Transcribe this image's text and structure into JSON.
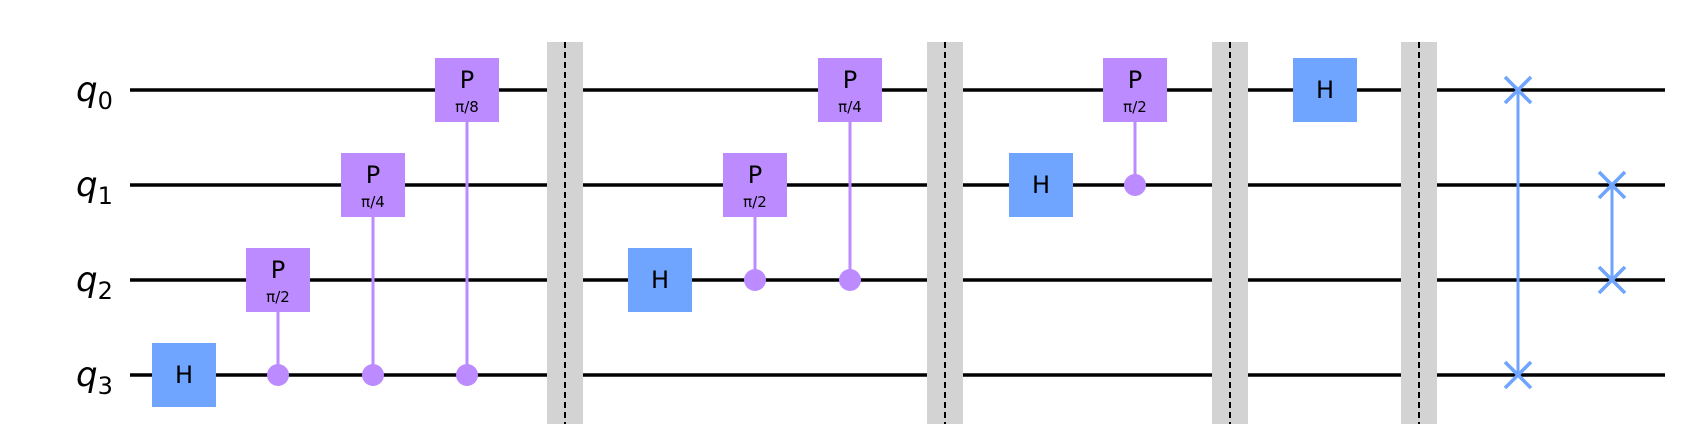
{
  "qubits": [
    {
      "name": "q",
      "index": "0"
    },
    {
      "name": "q",
      "index": "1"
    },
    {
      "name": "q",
      "index": "2"
    },
    {
      "name": "q",
      "index": "3"
    }
  ],
  "colors": {
    "wire": "#000000",
    "h_gate": "#6fa4ff",
    "p_gate": "#bb8bff",
    "swap": "#6fa4ff",
    "barrier": "#d3d3d3",
    "barrier_line": "#000000",
    "text": "#000000"
  },
  "operations": [
    {
      "type": "H",
      "label": "H",
      "qubit": 3,
      "column": 0
    },
    {
      "type": "CP",
      "label": "P",
      "param": "π/2",
      "target": 2,
      "control": 3,
      "column": 1
    },
    {
      "type": "CP",
      "label": "P",
      "param": "π/4",
      "target": 1,
      "control": 3,
      "column": 2
    },
    {
      "type": "CP",
      "label": "P",
      "param": "π/8",
      "target": 0,
      "control": 3,
      "column": 3
    },
    {
      "type": "barrier",
      "column": 4
    },
    {
      "type": "H",
      "label": "H",
      "qubit": 2,
      "column": 5
    },
    {
      "type": "CP",
      "label": "P",
      "param": "π/2",
      "target": 1,
      "control": 2,
      "column": 6
    },
    {
      "type": "CP",
      "label": "P",
      "param": "π/4",
      "target": 0,
      "control": 2,
      "column": 7
    },
    {
      "type": "barrier",
      "column": 8
    },
    {
      "type": "H",
      "label": "H",
      "qubit": 1,
      "column": 9
    },
    {
      "type": "CP",
      "label": "P",
      "param": "π/2",
      "target": 0,
      "control": 1,
      "column": 10
    },
    {
      "type": "barrier",
      "column": 11
    },
    {
      "type": "H",
      "label": "H",
      "qubit": 0,
      "column": 12
    },
    {
      "type": "barrier",
      "column": 13
    },
    {
      "type": "SWAP",
      "qubits": [
        0,
        3
      ],
      "column": 14
    },
    {
      "type": "SWAP",
      "qubits": [
        1,
        2
      ],
      "column": 15
    }
  ]
}
